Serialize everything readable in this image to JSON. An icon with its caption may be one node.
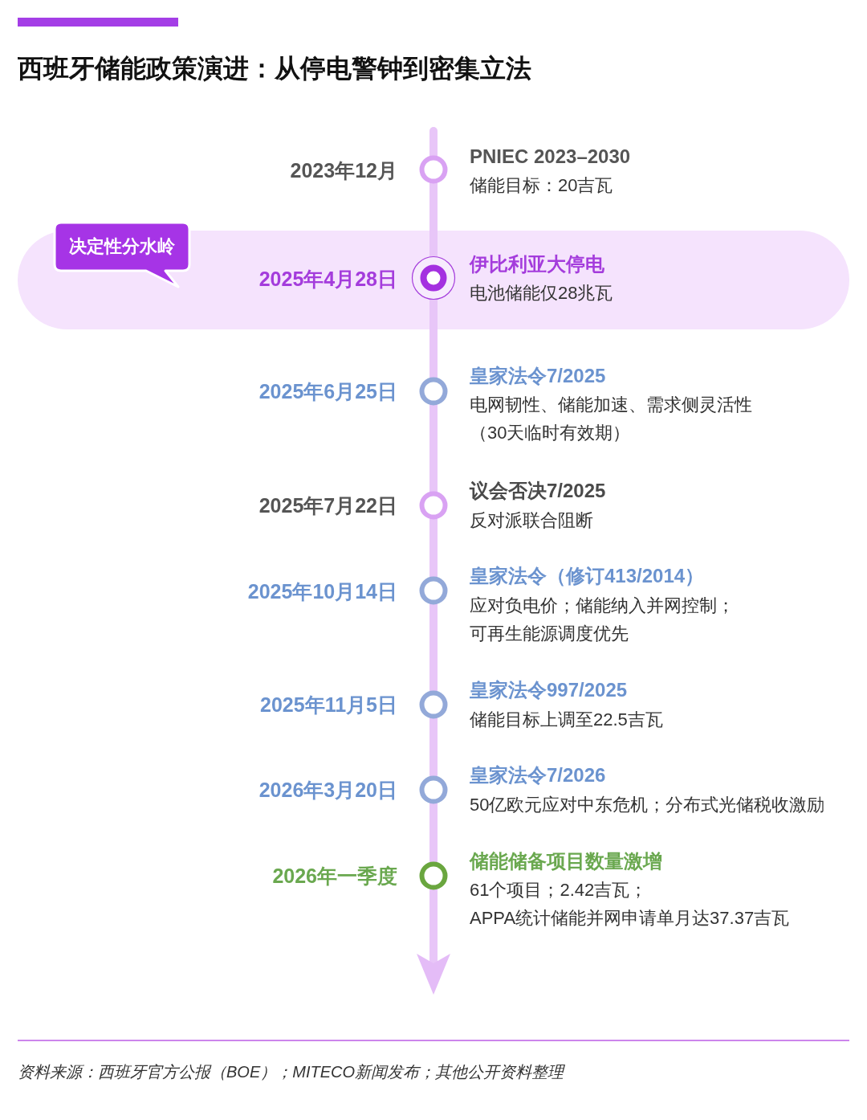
{
  "diagram": {
    "title": "西班牙储能政策演进：从停电警钟到密集立法",
    "caption": "资料来源：西班牙官方公报（BOE）；MITECO新闻发布；其他公开资料整理",
    "nodes": [
      {
        "text": [
          "决定性分水岭"
        ]
      },
      {
        "text": [
          "2025年4月28日",
          "伊比利亚大停电",
          "电池储能仅28兆瓦"
        ]
      }
    ],
    "labels": [
      "2023年12月",
      "PNIEC 2023–2030",
      "储能目标：20吉瓦",
      "2025年6月25日",
      "皇家法令7/2025",
      "电网韧性、储能加速、需求侧灵活性（30天临时有效期）",
      "2025年7月22日",
      "议会否决7/2025",
      "反对派联合阻断",
      "2025年10月14日",
      "皇家法令（修订413/2014）",
      "应对负电价；储能纳入并网控制；可再生能源调度优先",
      "2025年11月5日",
      "皇家法令997/2025",
      "储能目标上调至22.5吉瓦",
      "2026年3月20日",
      "皇家法令7/2026",
      "50亿欧元应对中东危机；分布式光储税收激励",
      "2026年一季度",
      "储能储备项目数量激增",
      "61个项目；2.42吉瓦；",
      "APPA统计储能并网申请单月达37.37吉瓦"
    ]
  }
}
